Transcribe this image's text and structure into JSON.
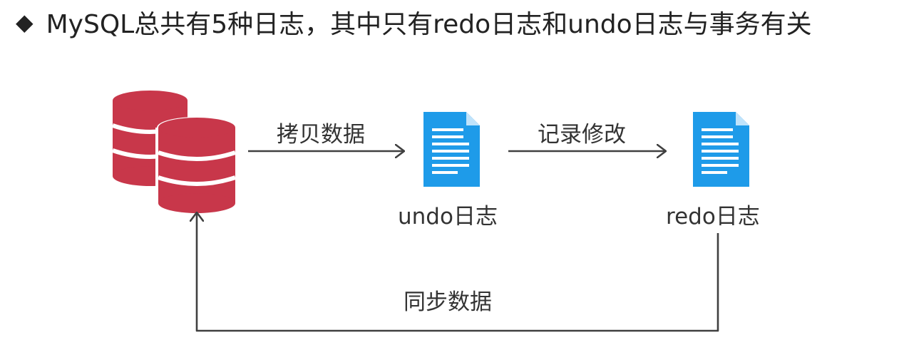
{
  "title": "MySQL总共有5种日志，其中只有redo日志和undo日志与事务有关",
  "bullet": "◆",
  "diagram": {
    "nodes": {
      "database": "database-icon",
      "undo_log": "undo日志",
      "redo_log": "redo日志"
    },
    "edges": {
      "copy_data": "拷贝数据",
      "record_changes": "记录修改",
      "sync_data": "同步数据"
    }
  },
  "colors": {
    "database": "#c8374a",
    "document": "#1e9be9",
    "arrow": "#404040"
  }
}
